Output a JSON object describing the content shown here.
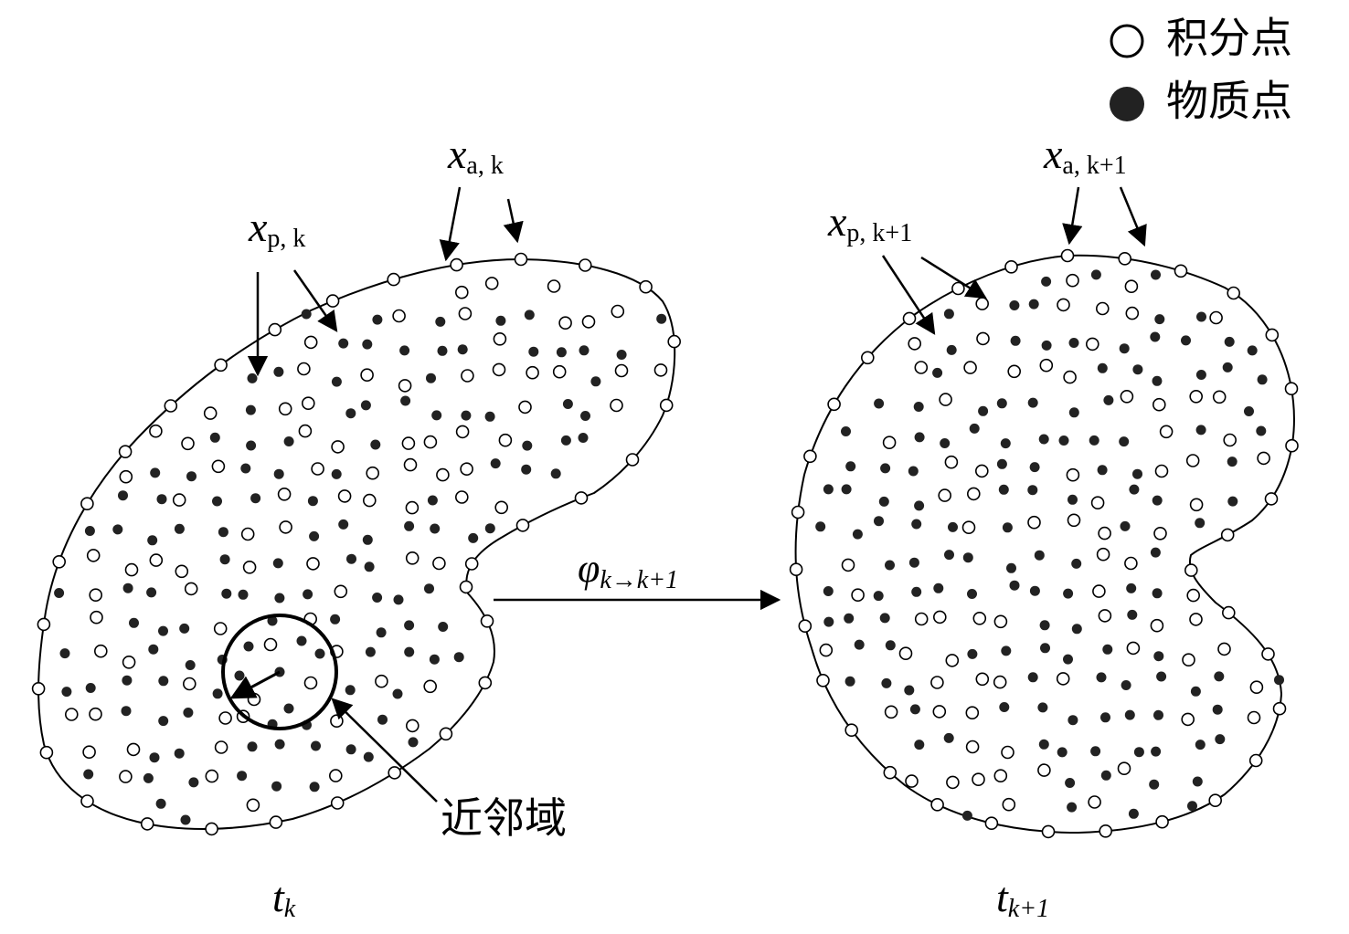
{
  "legend": {
    "integration_label": "积分点",
    "material_label": "物质点"
  },
  "left_panel": {
    "boundary_label_main": "x",
    "boundary_label_sub": "a, k",
    "material_label_main": "x",
    "material_label_sub": "p, k",
    "neighborhood_label": "近邻域",
    "time_label_main": "t",
    "time_label_sub": "k"
  },
  "mapping": {
    "symbol": "φ",
    "subscript": "k→k+1"
  },
  "right_panel": {
    "boundary_label_main": "x",
    "boundary_label_sub": "a, k+1",
    "material_label_main": "x",
    "material_label_sub": "p, k+1",
    "time_label_main": "t",
    "time_label_sub": "k+1"
  },
  "colors": {
    "material_point": "#222222",
    "integration_point_fill": "#ffffff",
    "outline": "#000000"
  }
}
